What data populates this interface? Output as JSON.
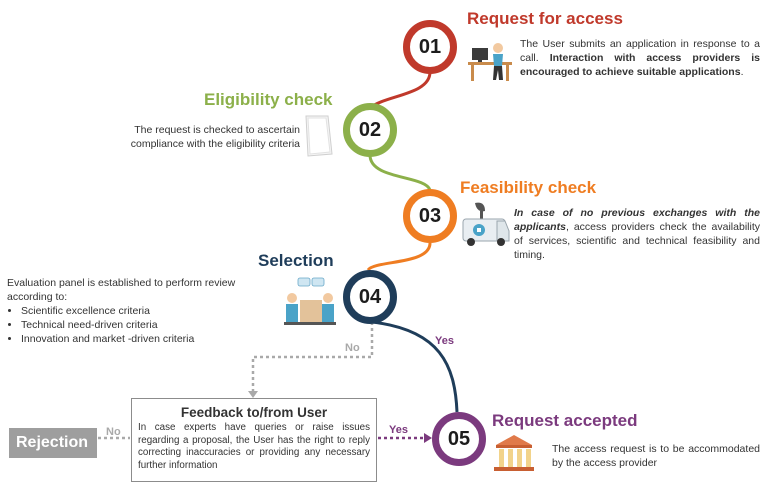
{
  "steps": [
    {
      "number": "01",
      "title": "Request for access",
      "color": "#c0392b",
      "description_plain": "The User submits an application in response to a call. ",
      "description_bold": "Interaction with access providers is encouraged to achieve suitable applications",
      "description_end": "."
    },
    {
      "number": "02",
      "title": "Eligibility check",
      "color": "#8cb04a",
      "description": "The request is checked to ascertain compliance with the eligibility criteria"
    },
    {
      "number": "03",
      "title": "Feasibility check",
      "color": "#ef7d22",
      "description_bolditalic": "In case of no previous exchanges with the applicants",
      "description_rest": ", access providers check the availability of services, scientific and technical feasibility and timing."
    },
    {
      "number": "04",
      "title": "Selection",
      "color": "#1f3d5a",
      "description": "Evaluation panel is established to perform review according to:",
      "criteria": [
        "Scientific excellence criteria",
        "Technical need-driven criteria",
        "Innovation and market -driven criteria"
      ]
    },
    {
      "number": "05",
      "title": "Request accepted",
      "color": "#7b3a7e",
      "description": "The access request is to be accommodated by the access provider"
    }
  ],
  "feedback": {
    "title": "Feedback to/from User",
    "description": "In case experts have queries or raise issues regarding a proposal, the User has the right to reply correcting inaccuracies or providing any necessary further information"
  },
  "rejection": {
    "label": "Rejection"
  },
  "edge_labels": {
    "yes_04_05": "Yes",
    "no_04": "No",
    "yes_feedback_05": "Yes",
    "no_feedback_rejection": "No"
  },
  "icons": [
    "person-at-computer-icon",
    "document-icon",
    "van-with-satellite-dish-icon",
    "meeting-panel-icon",
    "institution-building-icon"
  ]
}
